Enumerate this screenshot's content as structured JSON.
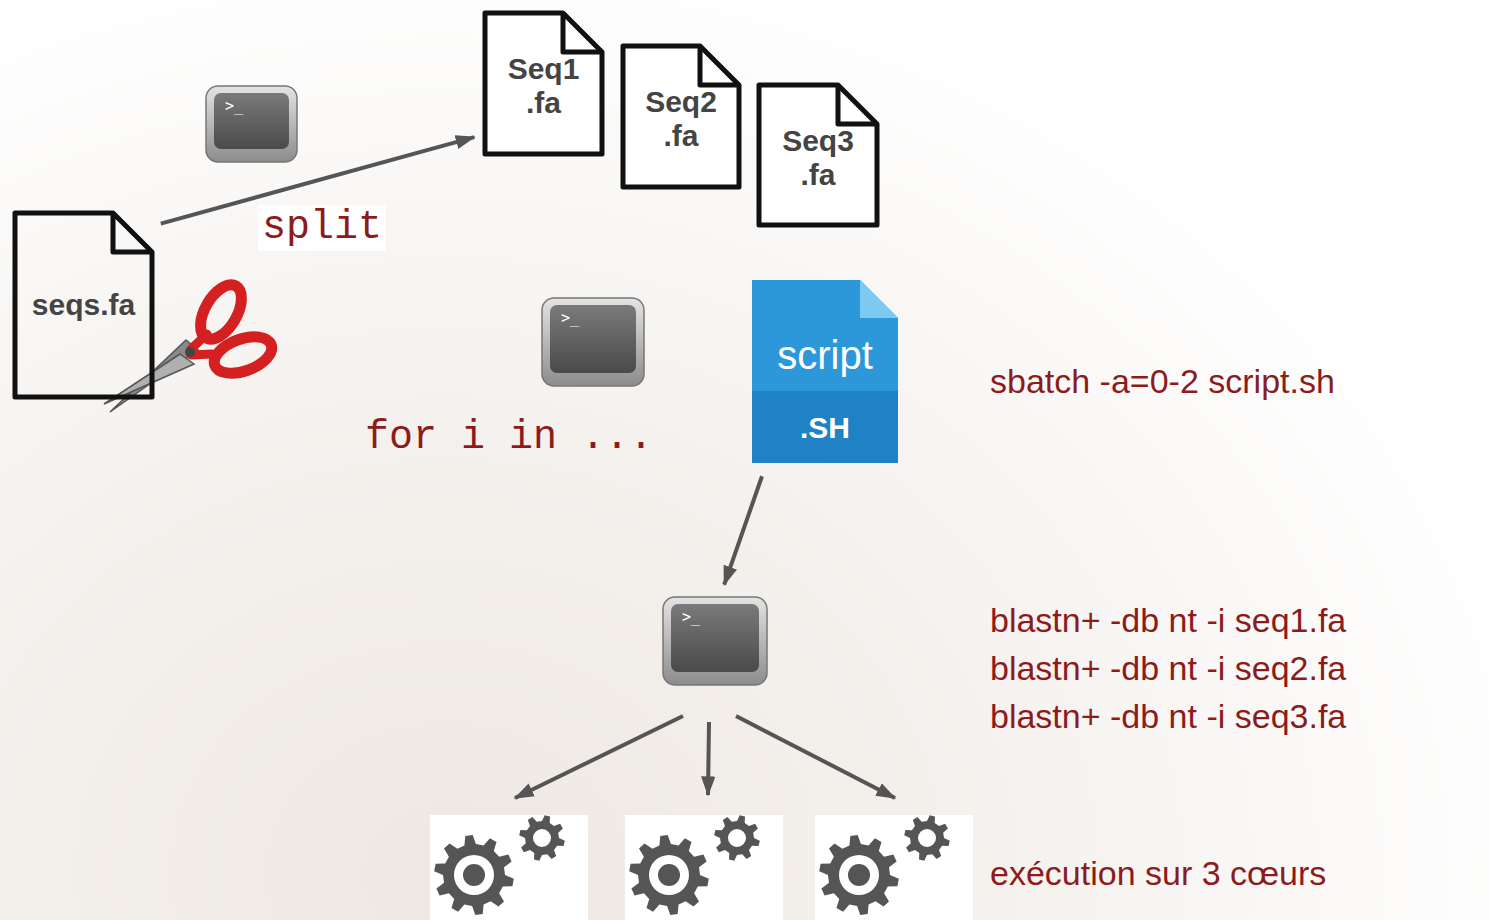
{
  "diagram": {
    "nodes": [
      {
        "text": [
          "seqs.fa"
        ]
      },
      {
        "text": [
          ">_"
        ]
      },
      {
        "text": [
          "Seq1 .fa"
        ]
      },
      {
        "text": [
          "Seq2 .fa"
        ]
      },
      {
        "text": [
          "Seq3 .fa"
        ]
      },
      {
        "text": [
          ">_"
        ]
      },
      {
        "text": [
          "script",
          ".SH"
        ]
      },
      {
        "text": [
          ">_"
        ]
      }
    ],
    "edges": [
      {
        "from": 0,
        "to": 2,
        "arrow": "to",
        "label": "split"
      },
      {
        "from": 6,
        "to": 7,
        "arrow": "to"
      }
    ],
    "labels": [
      "for i in ...",
      "sbatch -a=0-2 script.sh",
      "blastn+ -db nt -i seq1.fa",
      "blastn+ -db nt -i seq2.fa",
      "blastn+ -db nt -i seq3.fa",
      "exécution sur 3 cœurs"
    ]
  }
}
